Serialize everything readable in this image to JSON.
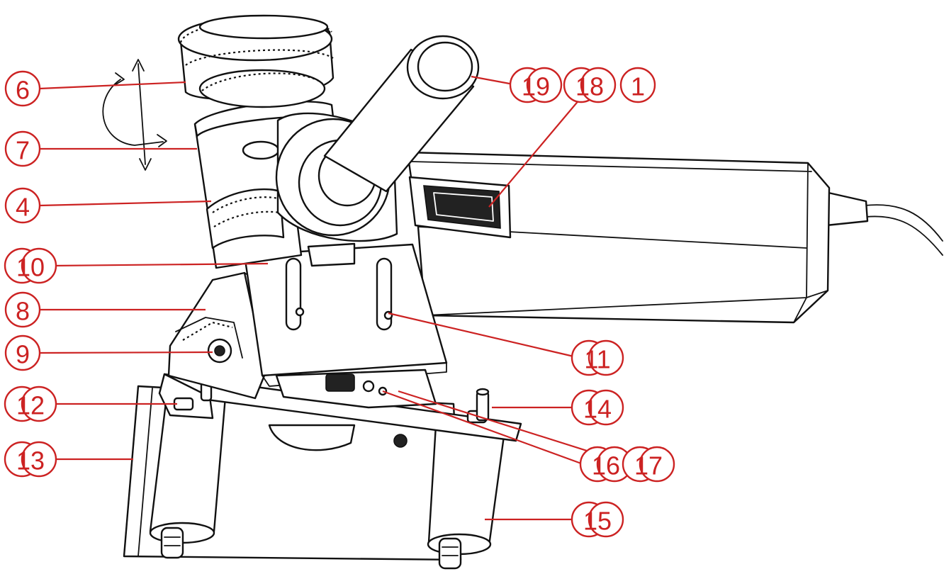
{
  "callouts": {
    "c1": "1",
    "c4": "4",
    "c6": "6",
    "c7": "7",
    "c8": "8",
    "c9": "9",
    "c10": "10",
    "c11": "11",
    "c12": "12",
    "c13": "13",
    "c14": "14",
    "c15": "15",
    "c16": "16",
    "c17": "17",
    "c18": "18",
    "c19": "19"
  },
  "colors": {
    "callout": "#cc2222",
    "line_art": "#111111",
    "background": "#ffffff"
  }
}
